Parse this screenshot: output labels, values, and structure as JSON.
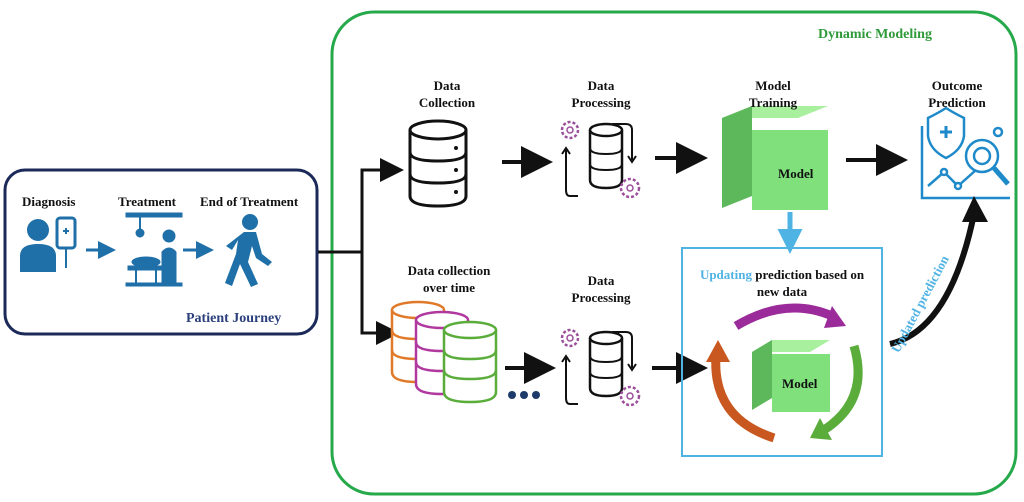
{
  "patient_journey": {
    "title": "Patient Journey",
    "steps": [
      "Diagnosis",
      "Treatment",
      "End of Treatment"
    ]
  },
  "dynamic_modeling": {
    "title": "Dynamic Modeling",
    "data_collection": [
      "Data",
      "Collection"
    ],
    "data_processing_top": [
      "Data",
      "Processing"
    ],
    "model_training": [
      "Model",
      "Training"
    ],
    "outcome_prediction": [
      "Outcome",
      "Prediction"
    ],
    "model_label": "Model",
    "data_collection_over_time": [
      "Data collection",
      "over time"
    ],
    "data_processing_bottom": [
      "Data",
      "Processing"
    ],
    "updating_highlight": "Updating",
    "updating_rest": " prediction based on",
    "updating_line2": "new data",
    "updated_prediction": "Updated prediction"
  },
  "colors": {
    "green_frame": "#26a94a",
    "navy": "#1c2a5a",
    "accent_blue": "#4fb3e4",
    "icon_blue": "#1f6fa8",
    "cube_green": "#7fe07c",
    "arrow_purple": "#9b2b9a",
    "arrow_green": "#5aac3b",
    "arrow_orange": "#c8581f"
  }
}
